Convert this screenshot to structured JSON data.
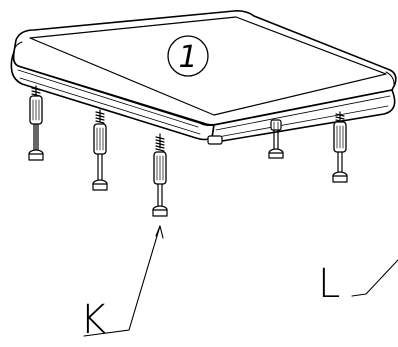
{
  "figure": {
    "part_number": "1",
    "callouts": [
      {
        "id": "foot",
        "label": "K"
      },
      {
        "id": "edge",
        "label": "L"
      }
    ]
  }
}
